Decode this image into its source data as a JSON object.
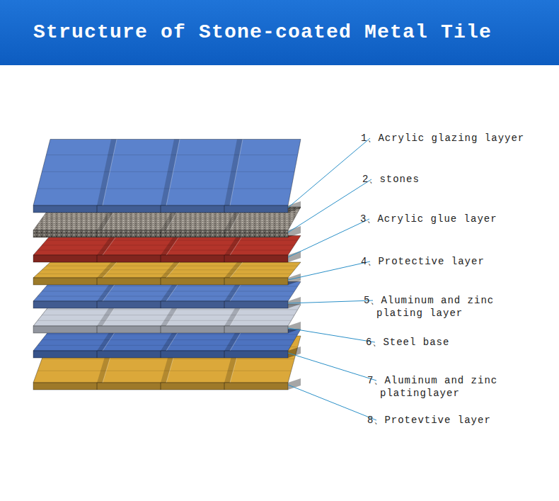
{
  "diagram": {
    "title": "Structure of Stone-coated Metal Tile",
    "labels": [
      "1、Acrylic glazing layyer",
      "2、stones",
      "3、Acrylic glue layer",
      "4、Protective layer",
      "5、Aluminum and zinc plating layer",
      "6、Steel base",
      "7、Aluminum and zinc platinglayer",
      "8、Protevtive layer"
    ]
  }
}
